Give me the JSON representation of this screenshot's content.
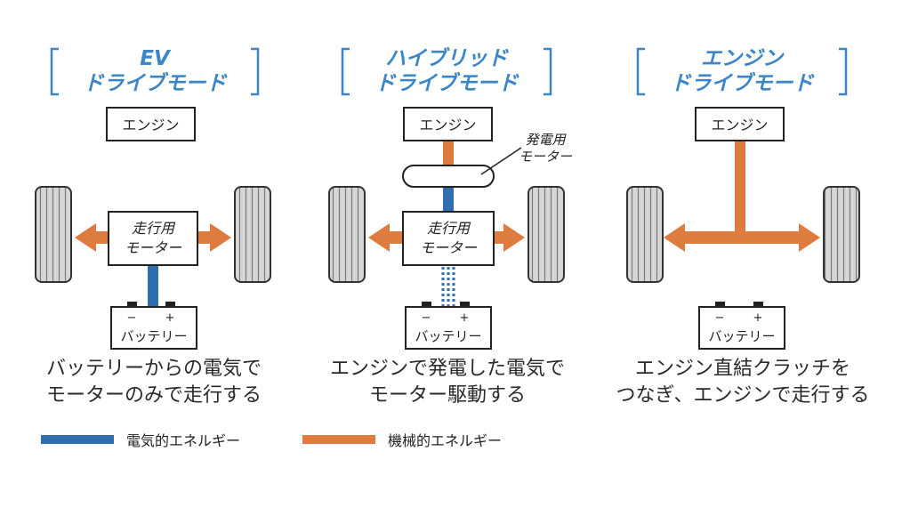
{
  "colors": {
    "electric": "#2f6eaf",
    "mechanical": "#dd7c3e",
    "bracket": "#3a86c8",
    "tire": "#d4d4d4",
    "outline": "#222222"
  },
  "panels": [
    {
      "title_lines": [
        "EV",
        "ドライブモード"
      ],
      "engine_label": "エンジン",
      "motor_label_lines": [
        "走行用",
        "モーター"
      ],
      "battery_minus": "−",
      "battery_plus": "+",
      "battery_label": "バッテリー",
      "description_lines": [
        "バッテリーからの電気で",
        "モーターのみで走行する"
      ]
    },
    {
      "title_lines": [
        "ハイブリッド",
        "ドライブモード"
      ],
      "engine_label": "エンジン",
      "generator_label_lines": [
        "発電用",
        "モーター"
      ],
      "motor_label_lines": [
        "走行用",
        "モーター"
      ],
      "battery_minus": "−",
      "battery_plus": "+",
      "battery_label": "バッテリー",
      "description_lines": [
        "エンジンで発電した電気で",
        "モーター駆動する"
      ]
    },
    {
      "title_lines": [
        "エンジン",
        "ドライブモード"
      ],
      "engine_label": "エンジン",
      "battery_minus": "−",
      "battery_plus": "+",
      "battery_label": "バッテリー",
      "description_lines": [
        "エンジン直結クラッチを",
        "つなぎ、エンジンで走行する"
      ]
    }
  ],
  "legend": {
    "electric_label": "電気的エネルギー",
    "mechanical_label": "機械的エネルギー"
  }
}
